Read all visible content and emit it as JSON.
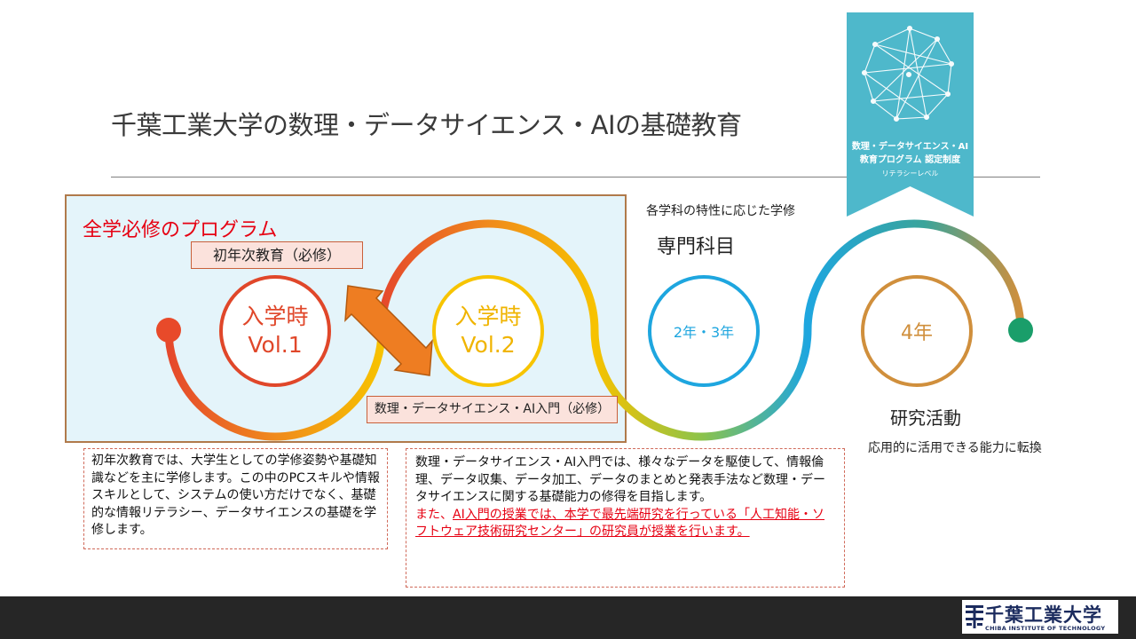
{
  "slide": {
    "title": "千葉工業大学の数理・データサイエンス・AIの基礎教育",
    "program_title": "全学必修のプログラム",
    "first_year_label": "初年次教育（必修）",
    "intro_course_label": "数理・データサイエンス・AI入門（必修）",
    "circle1": {
      "line1": "入学時",
      "line2": "Vol.1"
    },
    "circle2": {
      "line1": "入学時",
      "line2": "Vol.2"
    },
    "circle3": {
      "text": "2年・3年"
    },
    "circle4": {
      "text": "4年"
    },
    "dept_note": "各学科の特性に応じた学修",
    "major_subjects": "専門科目",
    "research": "研究活動",
    "research_note": "応用的に活用できる能力に転換",
    "desc1": "初年次教育では、大学生としての学修姿勢や基礎知識などを主に学修します。この中のPCスキルや情報スキルとして、システムの使い方だけでなく、基礎的な情報リテラシー、データサイエンスの基礎を学修します。",
    "desc2_main": "数理・データサイエンス・AI入門では、様々なデータを駆使して、情報倫理、データ収集、データ加工、データのまとめと発表手法など数理・データサイエンスに関する基礎能力の修得を目指します。",
    "desc2_lead": "また、",
    "desc2_red": "AI入門の授業では、本学で最先端研究を行っている「人工知能・ソフトウェア技術研究センター」の研究員が授業を行います。"
  },
  "badge": {
    "line1": "数理・データサイエンス・AI",
    "line2": "教育プログラム 認定制度",
    "line3": "リテラシーレベル",
    "icon": "polyhedron-network-icon",
    "color": "#4eb8cb"
  },
  "footer": {
    "logo_name": "千葉工業大学",
    "logo_sub": "CHIBA INSTITUTE OF TECHNOLOGY"
  },
  "colors": {
    "accent_red": "#e60012",
    "wave_start": "#e84a2a",
    "wave_mid": "#f7c400",
    "wave_blue": "#1ea6df",
    "wave_end": "#d08f3c",
    "end_dot": "#1a9e6a"
  }
}
